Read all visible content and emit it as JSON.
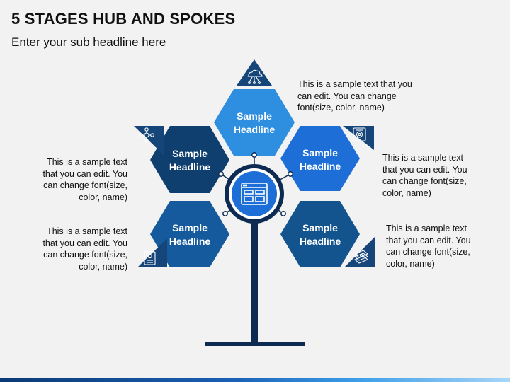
{
  "slide": {
    "title": "5 STAGES HUB AND SPOKES",
    "subtitle": "Enter your sub headline here"
  },
  "stages": [
    {
      "id": "top",
      "headline": "Sample Headline",
      "text": "This is a sample text that you can edit. You can change font(size, color, name)",
      "color": "#2e8fe0",
      "icon": "cloud-network-icon"
    },
    {
      "id": "upper-right",
      "headline": "Sample Headline",
      "text": "This is a sample text that you can edit. You can change font(size, color, name)",
      "color": "#1d6ed6",
      "icon": "gear-document-icon"
    },
    {
      "id": "upper-left",
      "headline": "Sample Headline",
      "text": "This is a sample text that you can edit. You can change font(size, color, name)",
      "color": "#0f3f6f",
      "icon": "network-nodes-icon"
    },
    {
      "id": "lower-left",
      "headline": "Sample Headline",
      "text": "This is a sample text that you can edit. You can change font(size, color, name)",
      "color": "#155a9c",
      "icon": "certificate-icon"
    },
    {
      "id": "lower-right",
      "headline": "Sample Headline",
      "text": "This is a sample text that you can edit. You can change font(size, color, name)",
      "color": "#13548f",
      "icon": "money-stack-icon"
    }
  ],
  "hub": {
    "icon": "web-window-icon",
    "ring_color": "#0d2b52"
  },
  "colors": {
    "accent_dark": "#0d2b52",
    "triangle": "#16457a",
    "background": "#f2f2f2"
  }
}
